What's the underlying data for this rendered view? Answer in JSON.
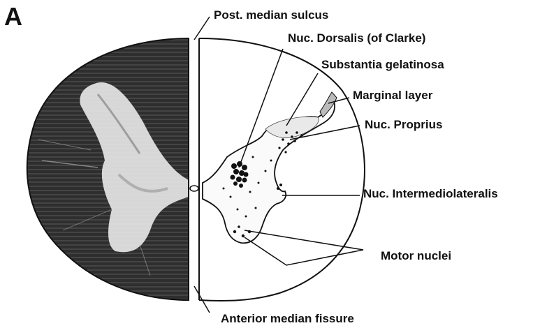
{
  "panel_letter": "A",
  "labels": {
    "post_median_sulcus": "Post. median sulcus",
    "nuc_dorsalis": "Nuc. Dorsalis (of Clarke)",
    "substantia_gelatinosa": "Substantia gelatinosa",
    "marginal_layer": "Marginal layer",
    "nuc_proprius": "Nuc. Proprius",
    "nuc_intermediolateralis": "Nuc. Intermediolateralis",
    "motor_nuclei": "Motor nuclei",
    "anterior_median_fissure": "Anterior median fissure"
  },
  "colors": {
    "white_matter_dark": "#3a3a3a",
    "gray_matter_stain": "#e8e8e8",
    "line": "#111111"
  }
}
